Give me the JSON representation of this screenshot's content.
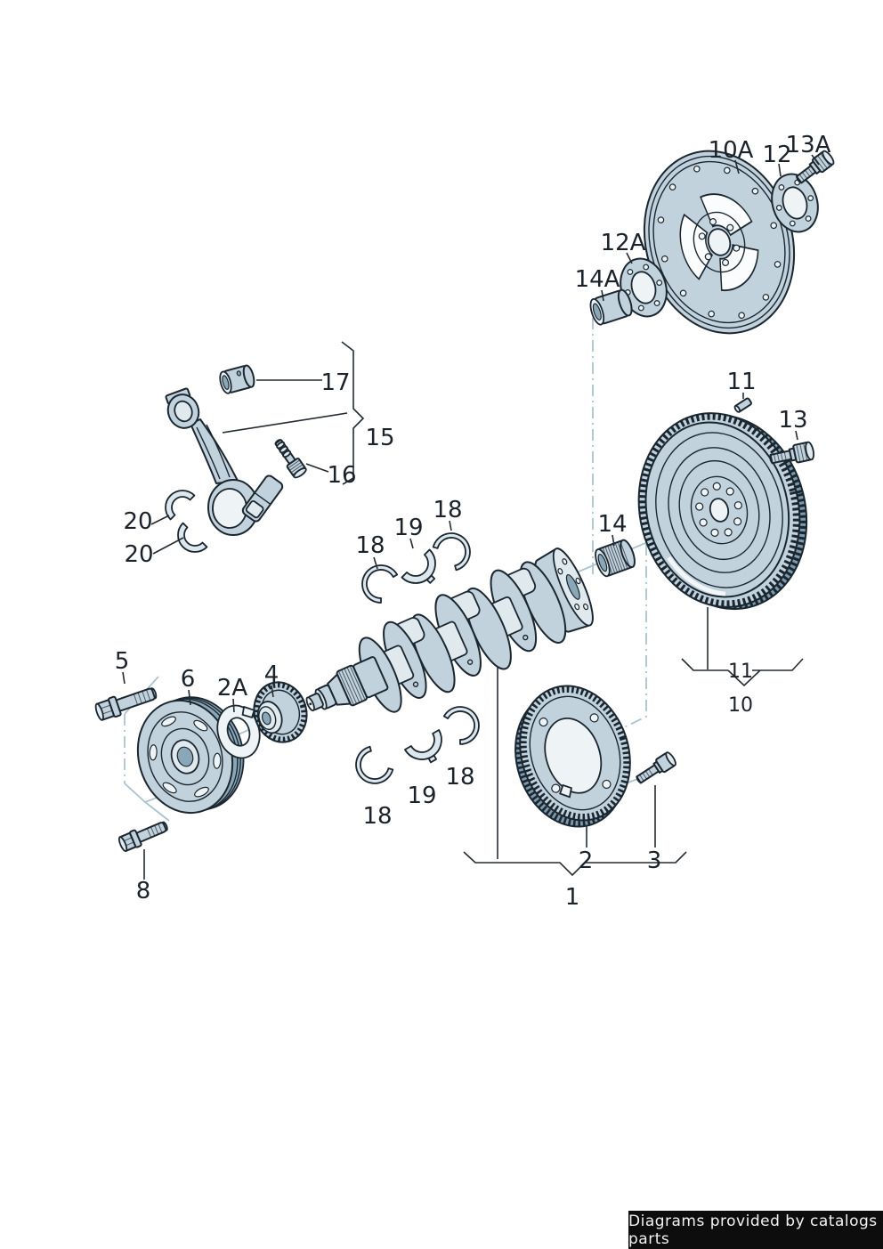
{
  "footer": {
    "text": "Diagrams provided by catalogs parts"
  },
  "colors": {
    "part_fill": "#c2d2dc",
    "part_shade": "#8aa7b8",
    "part_highlight": "#eef3f6",
    "outline": "#1b2730",
    "construction_line": "#aac3d0",
    "callout_text": "#1b222b",
    "footer_bg": "#0d0d0d",
    "footer_text": "#f2f2f2",
    "background": "#ffffff"
  },
  "callouts": [
    {
      "text": "10A"
    },
    {
      "text": "12"
    },
    {
      "text": "13A"
    },
    {
      "text": "12A"
    },
    {
      "text": "14A"
    },
    {
      "text": "17"
    },
    {
      "text": "15"
    },
    {
      "text": "16"
    },
    {
      "text": "20"
    },
    {
      "text": "20"
    },
    {
      "text": "18"
    },
    {
      "text": "19"
    },
    {
      "text": "18"
    },
    {
      "text": "14"
    },
    {
      "text": "11"
    },
    {
      "text": "13"
    },
    {
      "text": "11"
    },
    {
      "text": "10"
    },
    {
      "text": "5"
    },
    {
      "text": "6"
    },
    {
      "text": "2A"
    },
    {
      "text": "4"
    },
    {
      "text": "8"
    },
    {
      "text": "18"
    },
    {
      "text": "19"
    },
    {
      "text": "18"
    },
    {
      "text": "2"
    },
    {
      "text": "3"
    },
    {
      "text": "1"
    }
  ]
}
